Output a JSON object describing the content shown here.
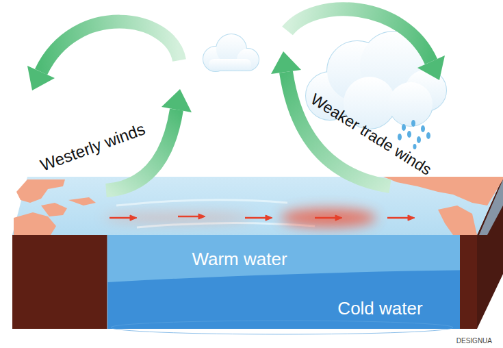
{
  "diagram": {
    "nodes": [
      {
        "text": [
          "Warm water"
        ]
      },
      {
        "text": [
          "Cold water"
        ]
      }
    ],
    "labels": [
      "Westerly winds",
      "Weaker trade winds",
      "DESIGNUA"
    ]
  }
}
